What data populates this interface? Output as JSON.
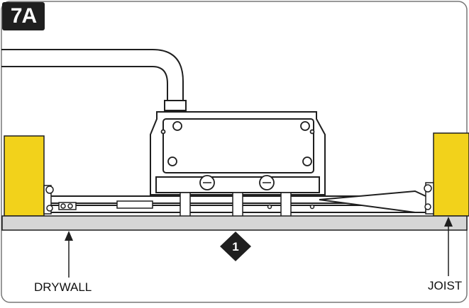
{
  "step": {
    "label": "7A"
  },
  "callout": {
    "number": "1"
  },
  "labels": {
    "drywall": "DRYWALL",
    "joist": "JOIST"
  },
  "colors": {
    "joist": "#f2d21b",
    "drywall": "#d6d6d6",
    "ink": "#1f1f1f"
  }
}
